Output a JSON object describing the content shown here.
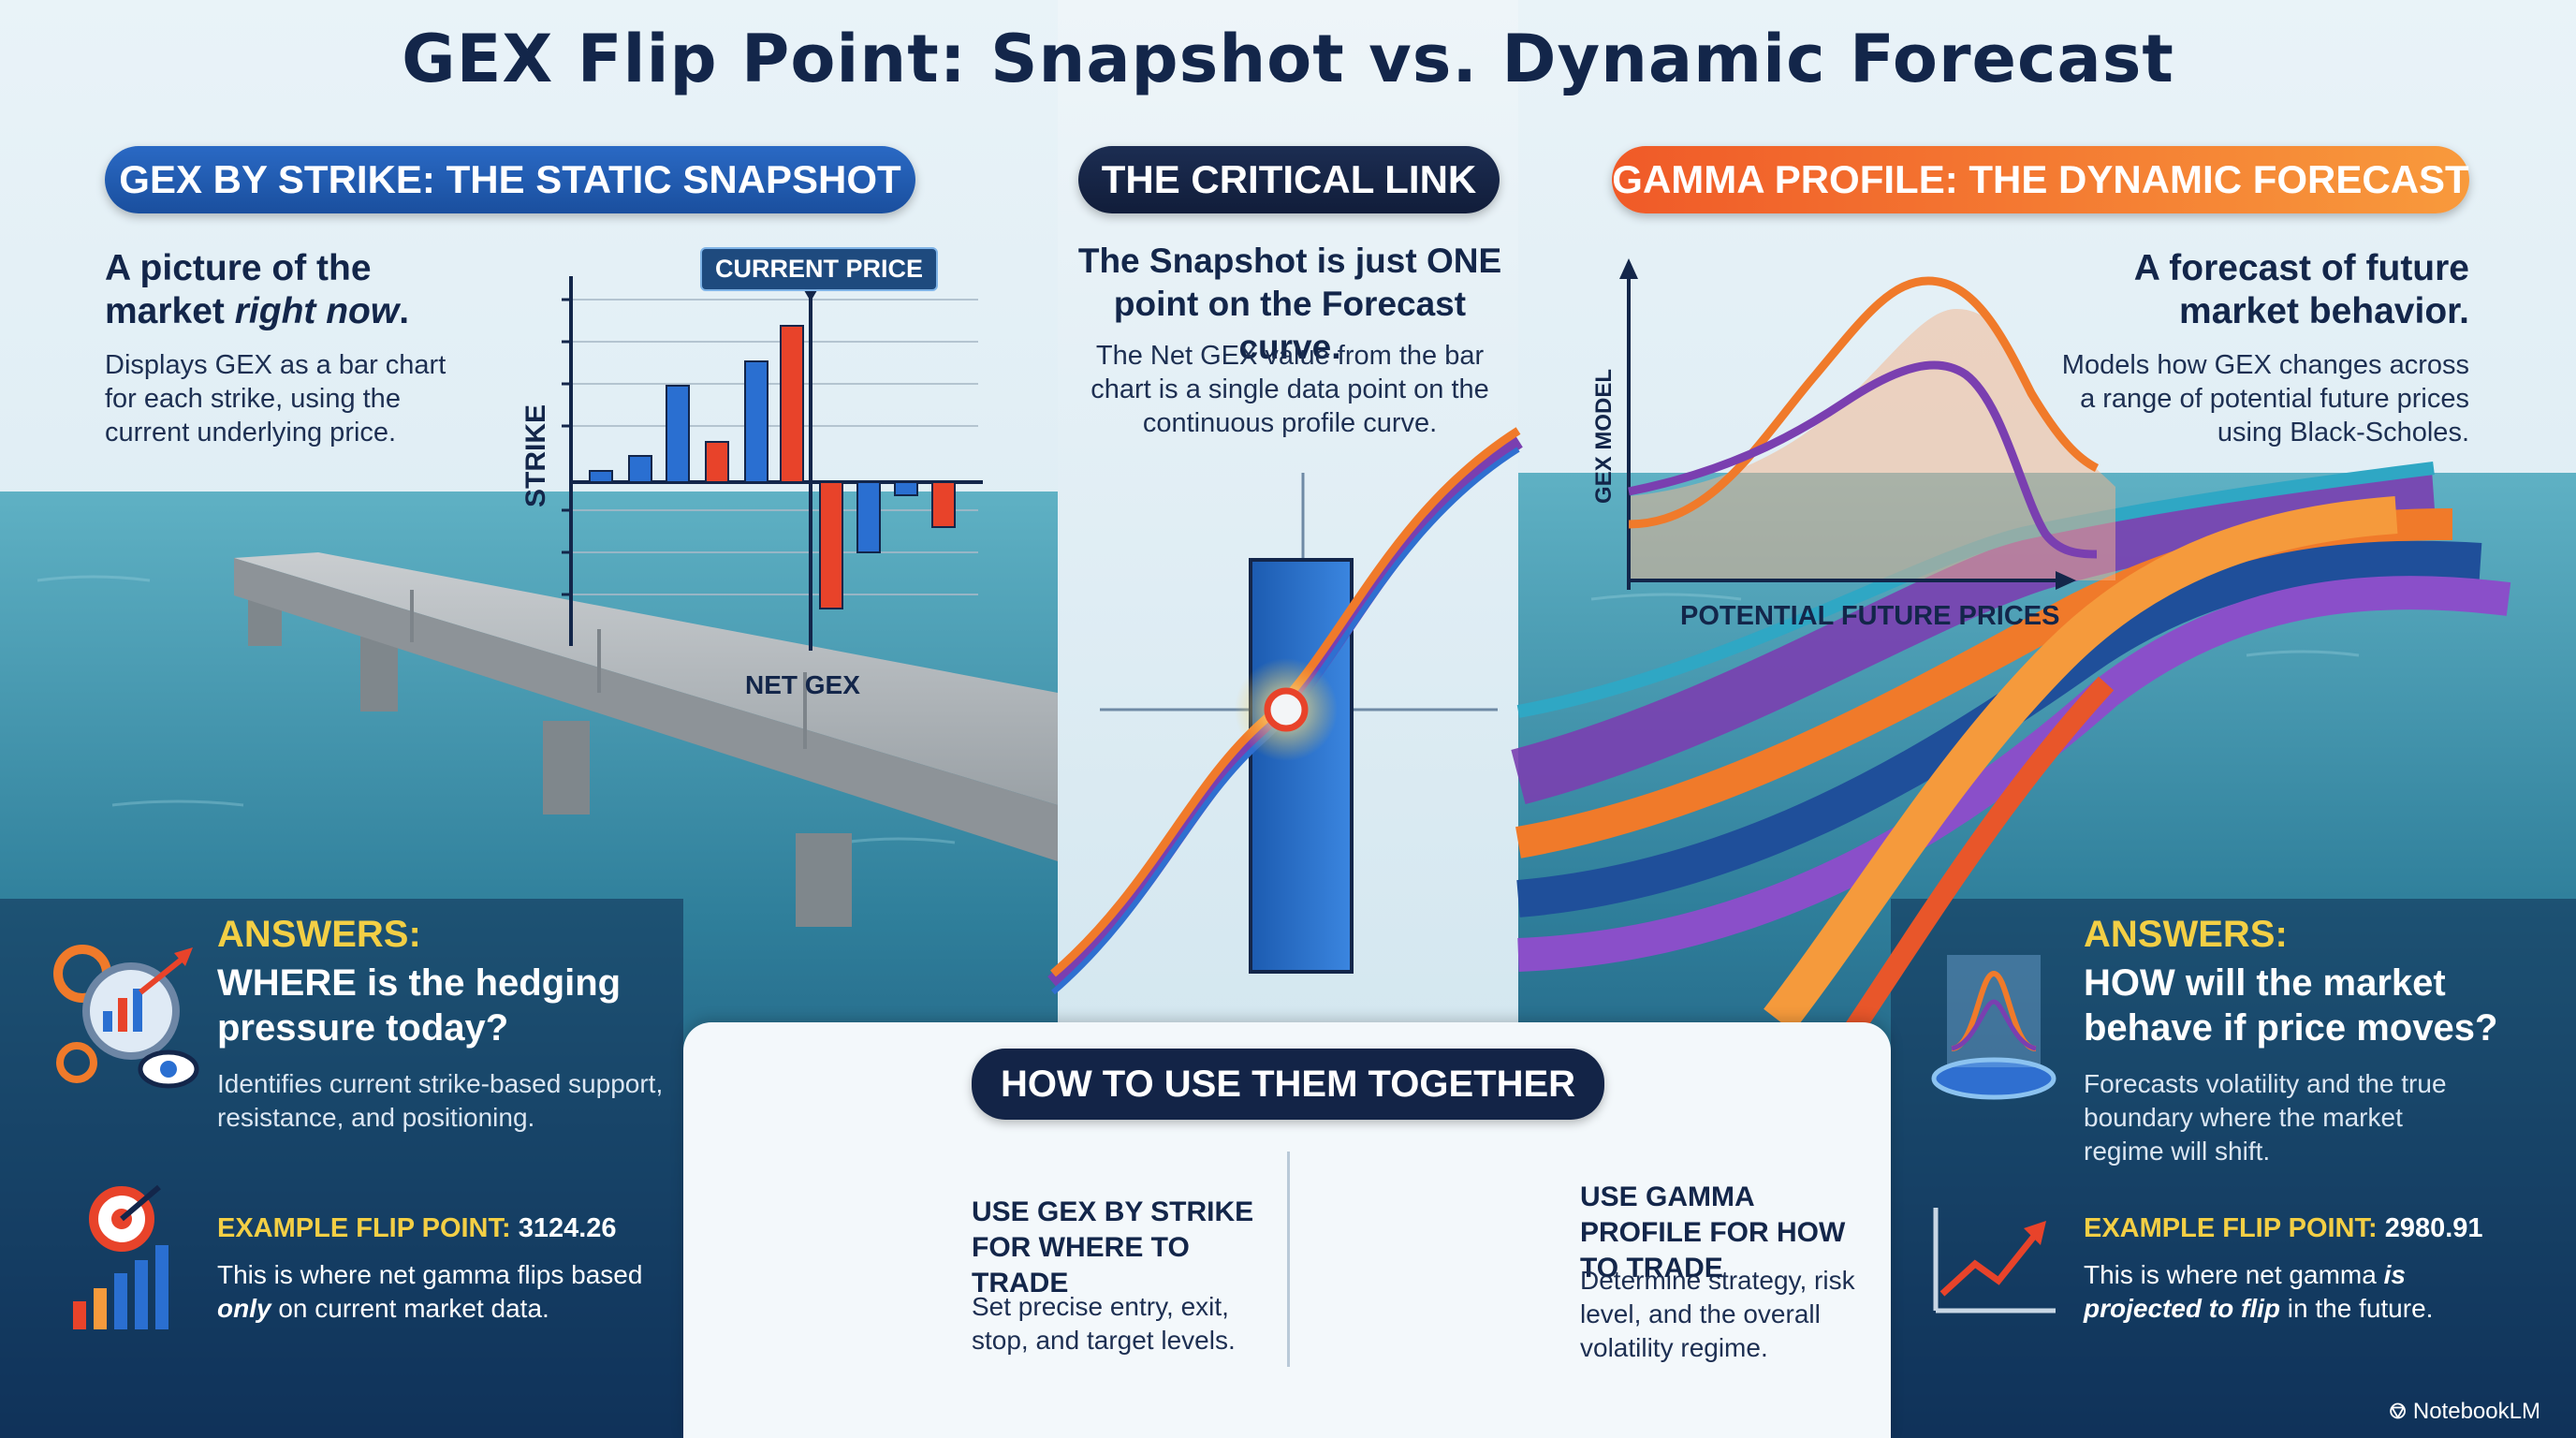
{
  "title": "GEX Flip Point: Snapshot vs. Dynamic Forecast",
  "left": {
    "header": "GEX BY STRIKE: THE STATIC SNAPSHOT",
    "headline_prefix": "A picture of the market ",
    "headline_emph": "right now",
    "headline_suffix": ".",
    "description": "Displays GEX as a bar chart for each strike, using the current underlying price.",
    "chart": {
      "tag": "CURRENT PRICE",
      "y_label": "STRIKE",
      "x_label": "NET GEX"
    },
    "answers_label": "ANSWERS:",
    "answers_question": "WHERE is the hedging pressure today?",
    "answers_detail": "Identifies current strike-based support, resistance, and positioning.",
    "flip_label": "EXAMPLE FLIP POINT: ",
    "flip_value": "3124.26",
    "flip_desc_prefix": "This is where net gamma flips based ",
    "flip_desc_emph": "only",
    "flip_desc_suffix": " on current market data."
  },
  "middle": {
    "header": "THE CRITICAL LINK",
    "headline": "The Snapshot is just ONE point on the Forecast curve.",
    "description": "The Net GEX value from the bar chart is a single data point on the continuous profile curve."
  },
  "right": {
    "header": "GAMMA PROFILE: THE DYNAMIC FORECAST",
    "headline": "A forecast of future market behavior.",
    "description": "Models how GEX changes across a range of potential future prices using Black-Scholes.",
    "chart": {
      "y_label": "GEX MODEL",
      "x_label": "POTENTIAL FUTURE PRICES"
    },
    "answers_label": "ANSWERS:",
    "answers_question": "HOW will the market behave if price moves?",
    "answers_detail": "Forecasts volatility and the true boundary where the market regime will shift.",
    "flip_label": "EXAMPLE FLIP POINT: ",
    "flip_value": "2980.91",
    "flip_desc_prefix": "This is where net gamma ",
    "flip_desc_emph": "is projected to flip",
    "flip_desc_suffix": " in the future."
  },
  "together": {
    "header": "HOW TO USE THEM TOGETHER",
    "left_title": "USE GEX BY STRIKE FOR WHERE TO TRADE",
    "left_desc": "Set precise entry, exit, stop, and target levels.",
    "right_title": "USE GAMMA PROFILE FOR HOW TO TRADE",
    "right_desc": "Determine strategy, risk level, and the overall volatility regime."
  },
  "branding": "NotebookLM",
  "colors": {
    "blue_bar": "#2a6fd1",
    "red_bar": "#e8432a",
    "orange_curve": "#f07a2a",
    "purple_curve": "#7a3fb0",
    "accent_yellow": "#f3cf45",
    "navy": "#13264a"
  }
}
